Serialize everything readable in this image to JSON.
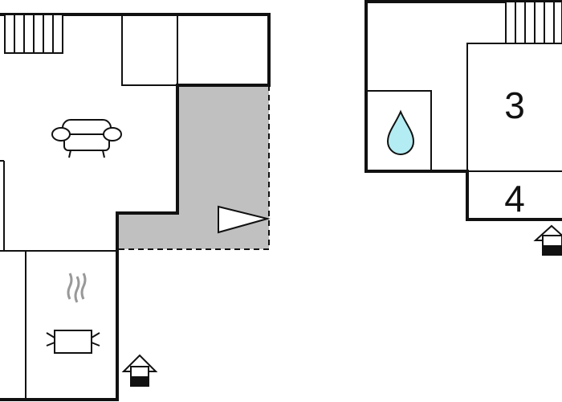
{
  "plan": {
    "rooms": [
      {
        "id": "room-3",
        "label": "3"
      },
      {
        "id": "room-4",
        "label": "4"
      }
    ]
  },
  "icons": [
    "staircase-icon",
    "sofa-icon",
    "cooking-pot-icon",
    "water-drop-icon",
    "entrance-icon",
    "terrace-direction-icon"
  ],
  "colors": {
    "walls": "#111111",
    "terrace_fill": "#c0c0c0",
    "water_fill": "#b3ecf2",
    "background": "#ffffff"
  }
}
